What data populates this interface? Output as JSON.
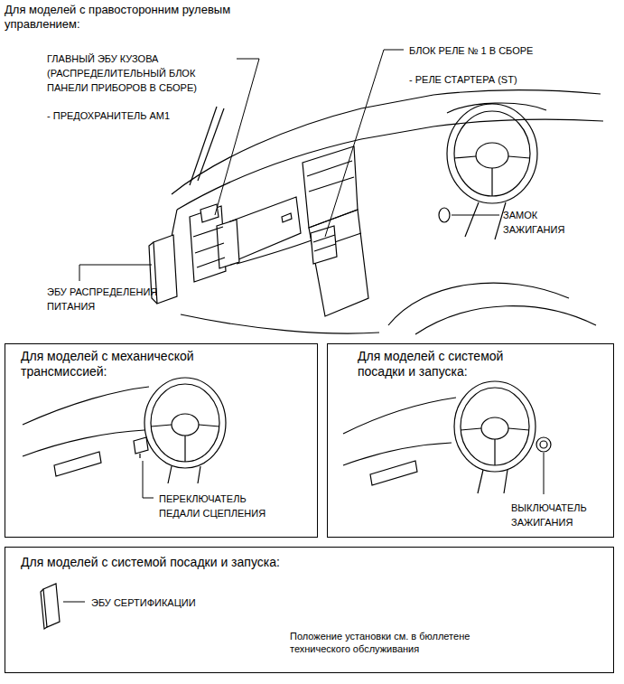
{
  "diagram": {
    "title": "Для моделей с правосторонним рулевым управлением:",
    "nodes": [
      {
        "text": [
          "Для моделей с механической трансмиссией:",
          "ПЕРЕКЛЮЧАТЕЛЬ ПЕДАЛИ СЦЕПЛЕНИЯ"
        ]
      },
      {
        "text": [
          "Для моделей с системой посадки и запуска:",
          "ВЫКЛЮЧАТЕЛЬ ЗАЖИГАНИЯ"
        ]
      },
      {
        "text": [
          "Для моделей с системой посадки и запуска:",
          "ЭБУ СЕРТИФИКАЦИИ",
          "Положение установки см. в бюллетене технического обслуживания"
        ]
      }
    ],
    "labels": [
      "ГЛАВНЫЙ ЭБУ КУЗОВА (РАСПРЕДЕЛИТЕЛЬНЫЙ БЛОК ПАНЕЛИ ПРИБОРОВ В СБОРЕ)",
      "- ПРЕДОХРАНИТЕЛЬ AM1",
      "БЛОК РЕЛЕ № 1 В СБОРЕ",
      "- РЕЛЕ СТАРТЕРА (ST)",
      "ЗАМОК ЗАЖИГАНИЯ",
      "ЭБУ РАСПРЕДЕЛЕНИЯ ПИТАНИЯ"
    ]
  }
}
